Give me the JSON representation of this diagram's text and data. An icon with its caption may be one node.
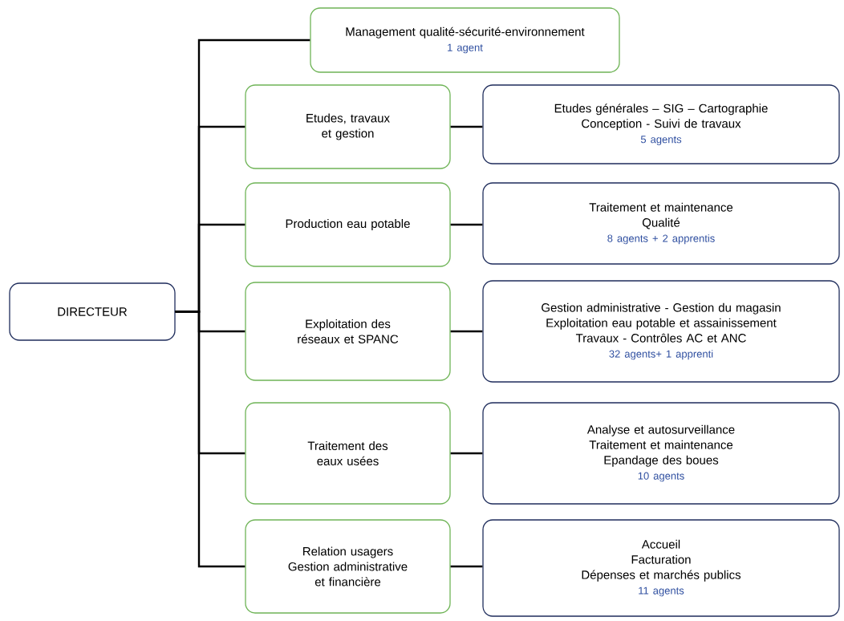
{
  "diagram": {
    "nodes": [
      {
        "text": [
          "DIRECTEUR"
        ]
      },
      {
        "text": [
          "Management qualité-sécurité-environnement",
          "1 agent"
        ]
      },
      {
        "text": [
          "Etudes, travaux et gestion"
        ]
      },
      {
        "text": [
          "Etudes générales – SIG – Cartographie",
          "Conception - Suivi de travaux",
          "5 agents"
        ]
      },
      {
        "text": [
          "Production eau potable"
        ]
      },
      {
        "text": [
          "Traitement et maintenance",
          "Qualité",
          "8 agents + 2 apprentis"
        ]
      },
      {
        "text": [
          "Exploitation des réseaux et SPANC"
        ]
      },
      {
        "text": [
          "Gestion administrative - Gestion du magasin",
          "Exploitation eau potable et assainissement",
          "Travaux - Contrôles AC et ANC",
          "32 agents+ 1 apprenti"
        ]
      },
      {
        "text": [
          "Traitement des eaux usées"
        ]
      },
      {
        "text": [
          "Analyse et autosurveillance",
          "Traitement et maintenance",
          "Epandage des boues",
          "10 agents"
        ]
      },
      {
        "text": [
          "Relation usagers Gestion administrative et financière"
        ]
      },
      {
        "text": [
          "Accueil",
          "Facturation",
          "Dépenses et marchés publics",
          "11 agents"
        ]
      }
    ],
    "edges": [
      {
        "from": 0,
        "to": 1,
        "arrow": "none"
      },
      {
        "from": 0,
        "to": 2,
        "arrow": "none"
      },
      {
        "from": 0,
        "to": 4,
        "arrow": "none"
      },
      {
        "from": 0,
        "to": 6,
        "arrow": "none"
      },
      {
        "from": 0,
        "to": 8,
        "arrow": "none"
      },
      {
        "from": 0,
        "to": 10,
        "arrow": "none"
      },
      {
        "from": 2,
        "to": 3,
        "arrow": "none"
      },
      {
        "from": 4,
        "to": 5,
        "arrow": "none"
      },
      {
        "from": 6,
        "to": 7,
        "arrow": "none"
      },
      {
        "from": 8,
        "to": 9,
        "arrow": "none"
      },
      {
        "from": 10,
        "to": 11,
        "arrow": "none"
      }
    ]
  }
}
